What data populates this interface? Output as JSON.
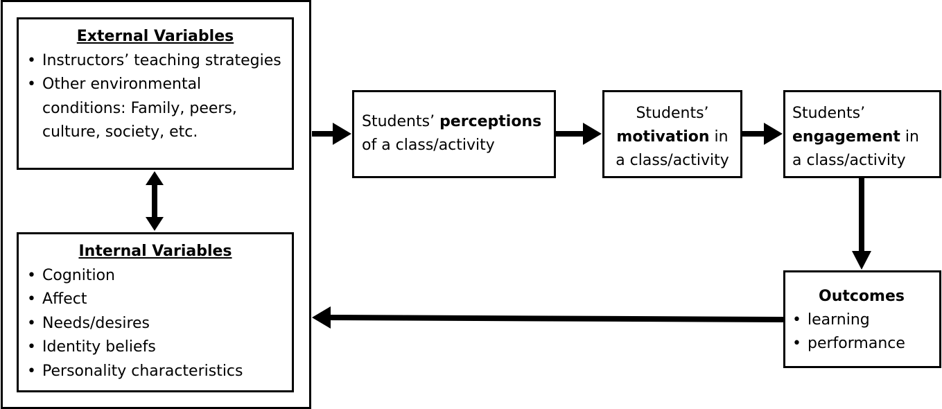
{
  "external": {
    "heading": "External Variables",
    "items": [
      "Instructors’ teaching strategies",
      "Other environmental conditions: Family, peers, culture, society, etc."
    ]
  },
  "internal": {
    "heading": "Internal Variables",
    "items": [
      "Cognition",
      "Affect",
      "Needs/desires",
      "Identity beliefs",
      "Personality characteristics"
    ]
  },
  "perceptions": {
    "prefix": "Students’ ",
    "bold": "perceptions",
    "rest": "of a class/activity"
  },
  "motivation": {
    "line1": "Students’",
    "bold": "motivation",
    "suffix": " in",
    "line3": "a class/activity"
  },
  "engagement": {
    "line1": "Students’",
    "bold": "engagement",
    "suffix": " in",
    "line3": "a class/activity"
  },
  "outcomes": {
    "title": "Outcomes",
    "items": [
      "learning",
      "performance"
    ]
  }
}
